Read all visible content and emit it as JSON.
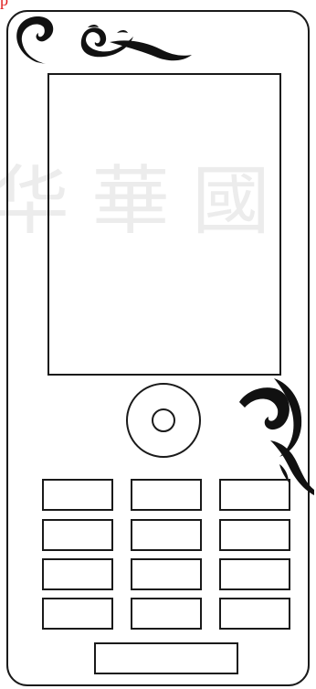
{
  "top_left_fragment": "p",
  "watermark_text": "华華國",
  "colors": {
    "outline": "#1a1a1a",
    "swirl": "#111111",
    "fragment_text": "#e01b1b",
    "watermark": "#ececec",
    "background": "#ffffff"
  },
  "keypad": {
    "rows": 4,
    "columns": 3
  },
  "icons": [
    "corner-swirl",
    "side-swirl",
    "navigation-joystick"
  ]
}
